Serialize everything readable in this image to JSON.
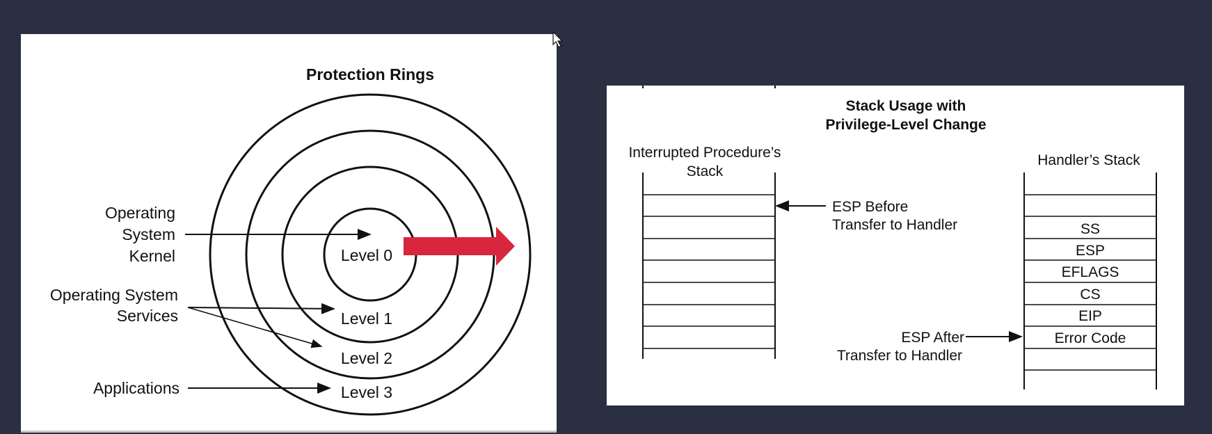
{
  "rings": {
    "title": "Protection Rings",
    "levels": [
      "Level 0",
      "Level 1",
      "Level 2",
      "Level 3"
    ],
    "left_labels": {
      "kernel": [
        "Operating",
        "System",
        "Kernel"
      ],
      "services": [
        "Operating System",
        "Services"
      ],
      "applications": "Applications"
    },
    "arrow_color": "#d7263d"
  },
  "stack": {
    "title_line1": "Stack Usage with",
    "title_line2": "Privilege-Level Change",
    "left_header": [
      "Interrupted Procedure’s",
      "Stack"
    ],
    "right_header": "Handler’s Stack",
    "esp_before": [
      "ESP Before",
      "Transfer to Handler"
    ],
    "esp_after": [
      "ESP After",
      "Transfer to Handler"
    ],
    "handler_entries": [
      "SS",
      "ESP",
      "EFLAGS",
      "CS",
      "EIP",
      "Error Code"
    ]
  }
}
